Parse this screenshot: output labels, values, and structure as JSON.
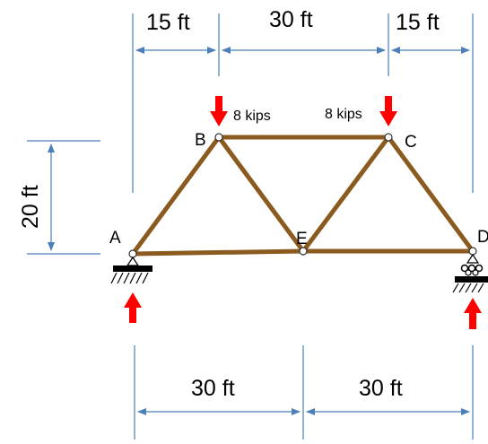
{
  "dimensions": {
    "top_left": "15 ft",
    "top_middle": "30 ft",
    "top_right": "15 ft",
    "height": "20 ft",
    "bottom_left": "30 ft",
    "bottom_right": "30 ft"
  },
  "nodes": {
    "A": "A",
    "B": "B",
    "C": "C",
    "D": "D",
    "E": "E"
  },
  "loads": {
    "B": "8 kips",
    "C": "8 kips"
  },
  "colors": {
    "member": "#8B5a1e",
    "dimension": "#4a7fb8",
    "load_arrow": "#ff0000",
    "support": "#000000"
  }
}
